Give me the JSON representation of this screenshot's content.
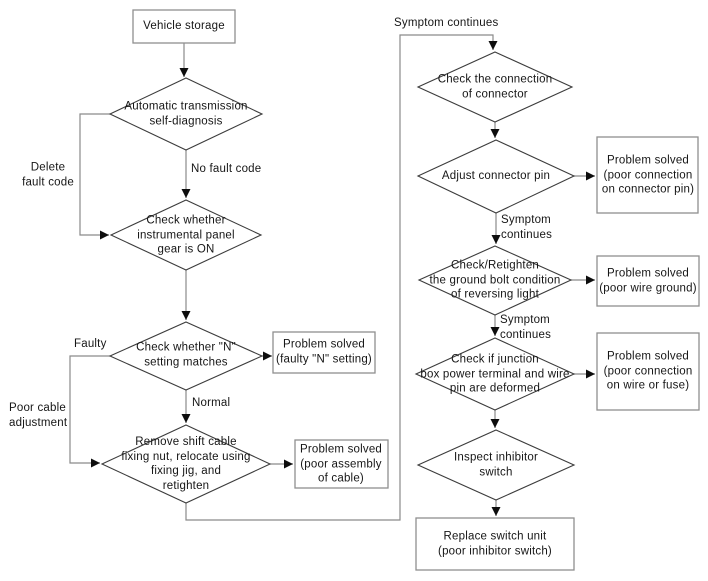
{
  "flowchart": {
    "nodes": {
      "start": "Vehicle storage",
      "self_diagnosis": "Automatic transmission\nself-diagnosis",
      "panel_gear": "Check whether\ninstrumental panel\ngear is ON",
      "n_setting": "Check whether \"N\"\nsetting matches",
      "solved_n_setting": "Problem solved\n(faulty \"N\" setting)",
      "shift_cable": "Remove shift cable\nfixing nut, relocate using\nfixing jig, and\nretighten",
      "solved_cable": "Problem solved\n(poor assembly\nof cable)",
      "connector_check": "Check the connection\nof connector",
      "adjust_pin": "Adjust connector pin",
      "solved_pin": "Problem solved\n(poor connection\non connector pin)",
      "ground_bolt": "Check/Retighten\nthe ground bolt condition\nof reversing light",
      "solved_ground": "Problem solved\n(poor wire ground)",
      "junction_box": "Check if junction\nbox power terminal and wire\npin are deformed",
      "solved_fuse": "Problem solved\n(poor connection\non wire or fuse)",
      "inhibitor_switch": "Inspect inhibitor\nswitch",
      "replace_switch": "Replace switch unit\n(poor inhibitor switch)"
    },
    "edge_labels": {
      "delete_fault_code": "Delete\nfault code",
      "no_fault_code": "No fault code",
      "faulty": "Faulty",
      "normal": "Normal",
      "poor_cable": "Poor cable\nadjustment",
      "symptom_continues_top": "Symptom continues",
      "symptom_continues_1": "Symptom\ncontinues",
      "symptom_continues_2": "Symptom\ncontinues"
    },
    "colors": {
      "background": "#ffffff",
      "box_border": "#8f8f8f",
      "diamond_border": "#3c3c3c",
      "connector_line": "#8a8a8a",
      "arrowhead": "#0d0d0d",
      "text": "#161616"
    }
  }
}
